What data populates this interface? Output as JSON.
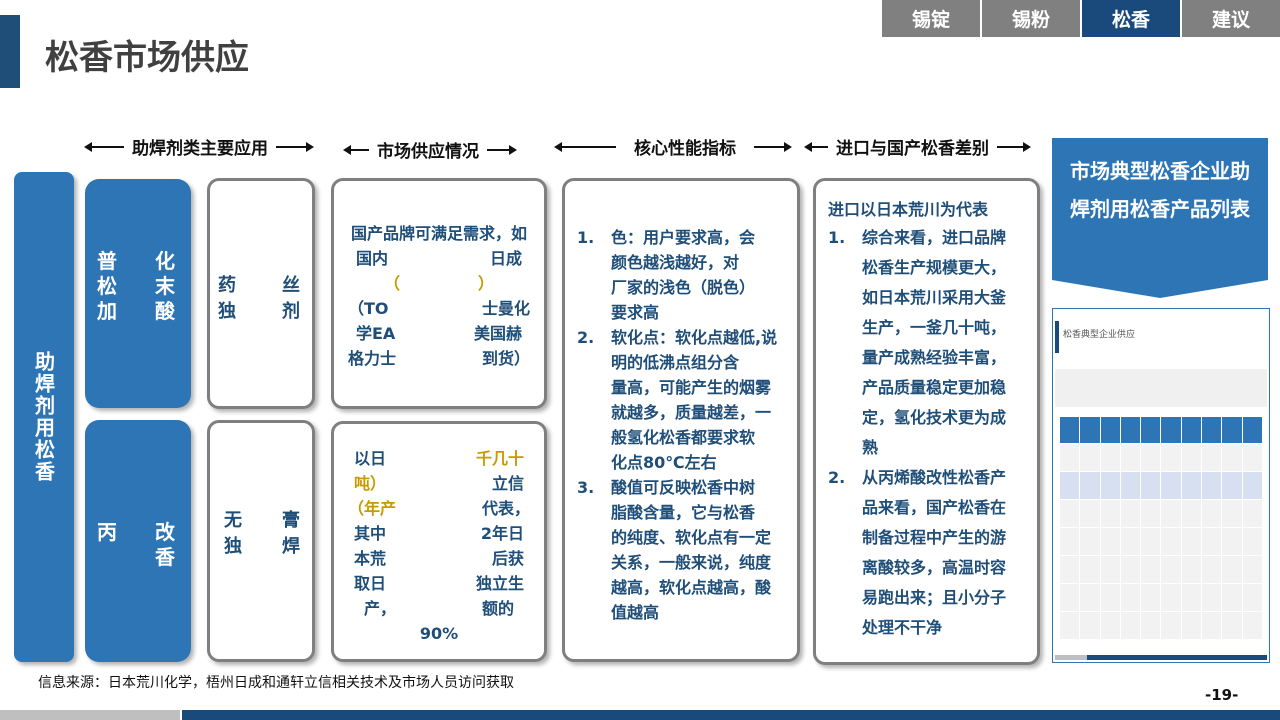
{
  "title": "松香市场供应",
  "tabs": [
    {
      "label": "锡锭"
    },
    {
      "label": "锡粉"
    },
    {
      "label": "松香",
      "active": true
    },
    {
      "label": "建议"
    }
  ],
  "headers": [
    "助焊剂类主要应用",
    "市场供应情况",
    "核心性能指标",
    "进口与国产松香差别"
  ],
  "left_label": "助焊剂用松香",
  "types": [
    {
      "l1": "普",
      "r1": "化",
      "l2": "松",
      "r2": "末",
      "l3": "加",
      "r3": "酸"
    },
    {
      "l1": "丙",
      "r1": "改",
      "r2": "香"
    }
  ],
  "apps": [
    {
      "l1": "药",
      "r1": "丝",
      "l2": "独",
      "r2": "剂"
    },
    {
      "l1": "无",
      "r1": "膏",
      "l2": "独",
      "r2": "焊"
    }
  ],
  "market_top": {
    "line1": "国产品牌可满足需求，如",
    "line2a": "国内",
    "line2b": "日成",
    "line3": "（",
    "line3b": "）",
    "line4a": "（TO",
    "line4b": "士曼化",
    "line5a": "学EA",
    "line5b": "美国赫",
    "line6a": "格力士",
    "line6b": "到货）"
  },
  "market_bottom": {
    "line1a": "以日",
    "line1b": "千几十",
    "line2a": "吨）",
    "line2b": "立信",
    "line3a": "（年产",
    "line3b": "代表，",
    "line4a": "其中",
    "line4b": "2年日",
    "line5a": "本荒",
    "line5b": "后获",
    "line6a": "取日",
    "line6b": "独立生",
    "line7a": "产，",
    "line7b": "额的",
    "line8": "90%"
  },
  "core": {
    "items": [
      {
        "num": "1.",
        "lines": [
          "色：用户要求高，会",
          "颜色越浅越好，对",
          "厂家的浅色（脱色）",
          "要求高"
        ]
      },
      {
        "num": "2.",
        "lines": [
          "软化点：软化点越低,说",
          "明的低沸点组分含",
          "量高，可能产生的烟雾",
          "就越多，质量越差，一",
          "般氢化松香都要求软",
          "化点80℃左右"
        ]
      },
      {
        "num": "3.",
        "lines": [
          "酸值可反映松香中树",
          "脂酸含量，它与松香",
          "的纯度、软化点有一定",
          "关系，一般来说，纯度",
          "越高，软化点越高，酸",
          "值越高"
        ]
      }
    ]
  },
  "import": {
    "heading": "进口以日本荒川为代表",
    "items": [
      {
        "num": "1.",
        "lines": [
          "综合来看，进口品牌",
          "松香生产规模更大，",
          "如日本荒川采用大釜",
          "生产，一釜几十吨，",
          "量产成熟经验丰富，",
          "产品质量稳定更加稳",
          "定，氢化技术更为成",
          "熟"
        ]
      },
      {
        "num": "2.",
        "lines": [
          "从丙烯酸改性松香产",
          "品来看，国产松香在",
          "制备过程中产生的游",
          "离酸较多，高温时容",
          "易跑出来；且小分子",
          "处理不干净"
        ]
      }
    ]
  },
  "callout": "市场典型松香企业助焊剂用松香产品列表",
  "thumbnail_title": "松香典型企业供应",
  "source": "信息来源：日本荒川化学，梧州日成和通轩立信相关技术及市场人员访问获取",
  "page_number": "-19-",
  "colors": {
    "accent": "#2e75b6",
    "dark": "#1a4a7c",
    "text": "#1f4e79",
    "gold": "#c99a00"
  }
}
